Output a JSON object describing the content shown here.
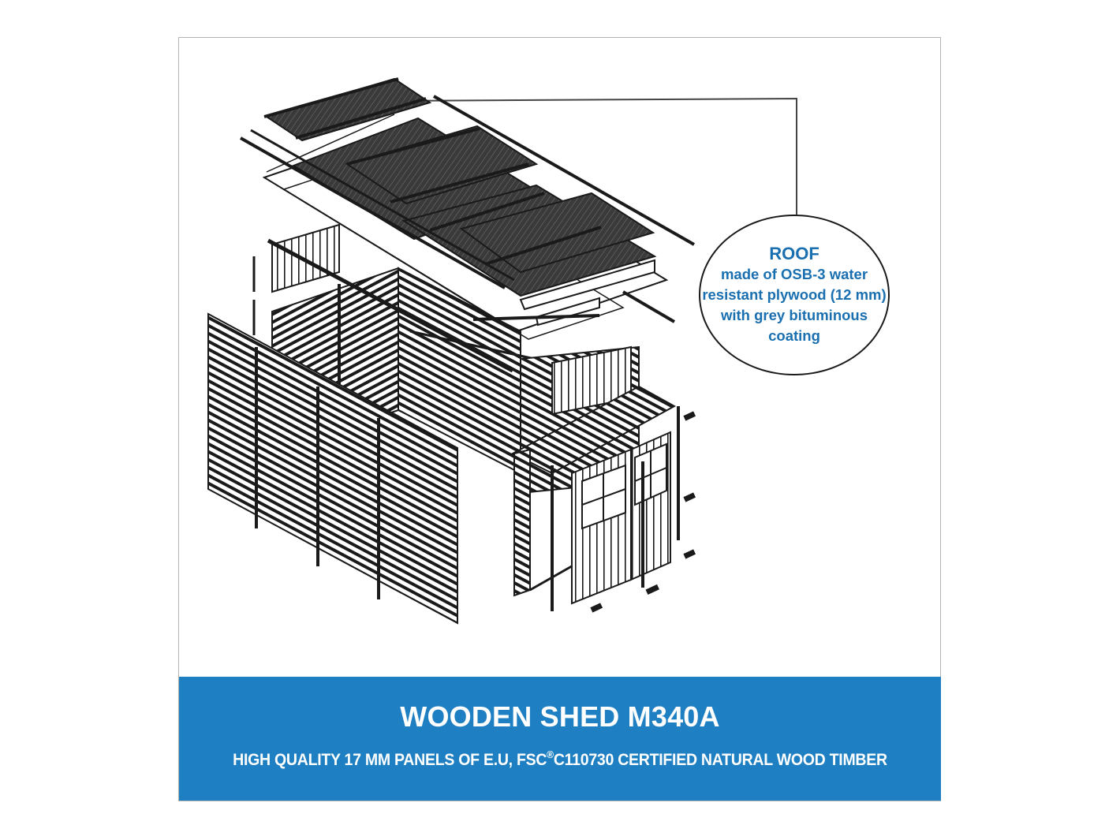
{
  "callout": {
    "title": "ROOF",
    "lines": [
      "made of OSB-3 water",
      "resistant plywood (12 mm)",
      "with grey bituminous",
      "coating"
    ]
  },
  "banner": {
    "headline": "WOODEN SHED M340A",
    "tagline_before": "HIGH QUALITY 17 MM PANELS OF E.U, FSC",
    "tagline_mark": "®",
    "tagline_after": "C110730 CERTIFIED NATURAL WOOD TIMBER"
  },
  "colors": {
    "banner_bg": "#1e7fc2",
    "callout_text": "#1a6fb0",
    "roof_panel": "#3a3a3a",
    "line": "#1a1a1a",
    "frame_border": "#b3b3b3"
  },
  "icons": {
    "illustration": "exploded-shed-diagram-icon"
  }
}
